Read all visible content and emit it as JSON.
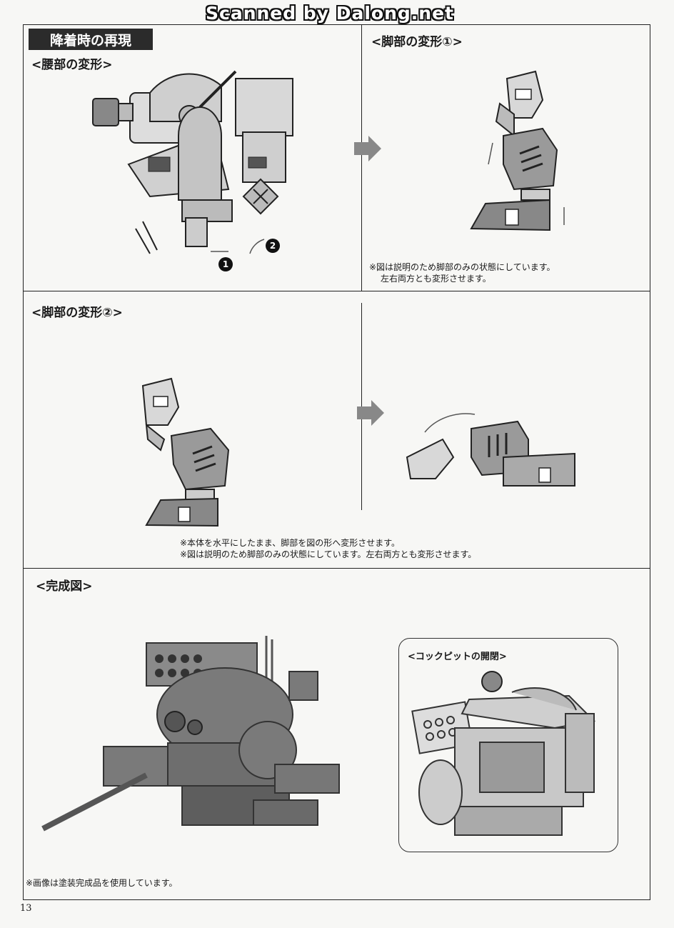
{
  "watermark": "Scanned by Dalong.net",
  "page_number": "13",
  "section_title": "降着時の再現",
  "panels": {
    "waist": {
      "heading": "<腰部の変形>",
      "step1": "1",
      "step2": "2"
    },
    "leg1": {
      "heading": "<脚部の変形①>",
      "note_line1": "※図は説明のため脚部のみの状態にしています。",
      "note_line2": "左右両方とも変形させます。"
    },
    "leg2": {
      "heading": "<脚部の変形②>",
      "note_line1": "※本体を水平にしたまま、脚部を図の形へ変形させます。",
      "note_line2": "※図は説明のため脚部のみの状態にしています。左右両方とも変形させます。"
    },
    "complete": {
      "heading": "<完成図>",
      "inset_heading": "<コックピットの開閉>",
      "note": "※画像は塗装完成品を使用しています。"
    }
  },
  "colors": {
    "title_bg": "#2b2b2b",
    "line": "#222222",
    "part_fill": "#9a9a9a",
    "part_dark": "#6e6e6e"
  }
}
